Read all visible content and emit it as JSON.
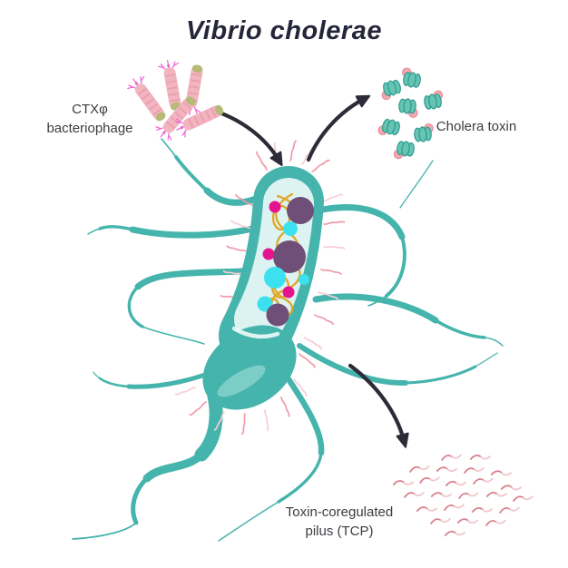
{
  "title": "Vibrio cholerae",
  "labels": {
    "phage": {
      "line1": "CTXφ",
      "line2": "bacteriophage"
    },
    "toxin": "Cholera toxin",
    "tcp": {
      "line1": "Toxin-coregulated",
      "line2": "pilus (TCP)"
    }
  },
  "icons": {
    "bacterium": "vibrio-cell-with-flagella-icon",
    "phage": "ctx-phage-rods-icon",
    "toxin": "cholera-toxin-molecules-icon",
    "tcp": "tcp-pili-squiggles-icon",
    "arrows": [
      "arrow-phage-to-cell",
      "arrow-cell-to-toxin",
      "arrow-cell-to-tcp"
    ]
  },
  "colors": {
    "background": "#ffffff",
    "title_dark": "#26263a",
    "text_dark": "#3c3c42",
    "arrow_dark": "#2c2c38",
    "teal": "#45b4ac",
    "teal_light": "#7bcdc5",
    "body_fill": "#ddf3f2",
    "dna_gold": "#dfa827",
    "plasmid_purple": "#6f4e78",
    "ribosome_cyan": "#3ce1f0",
    "granule_magenta": "#e5148c",
    "pili_pink": "#ef9aa9",
    "pili_pink_light": "#f7cdd4",
    "phage_pink": "#f2b4bf",
    "phage_stripe": "#e9a0ad",
    "phage_cap_olive": "#b5ba77",
    "phage_fiber": "#f25fd5",
    "toxin_teal": "#66c4b4",
    "toxin_teal_dark": "#2f9a8e",
    "toxin_pink": "#f3a8ae",
    "toxin_pink_dark": "#e18b94",
    "tcp_rose": "#d97f8a",
    "tcp_rose_light": "#f0c6cb"
  }
}
